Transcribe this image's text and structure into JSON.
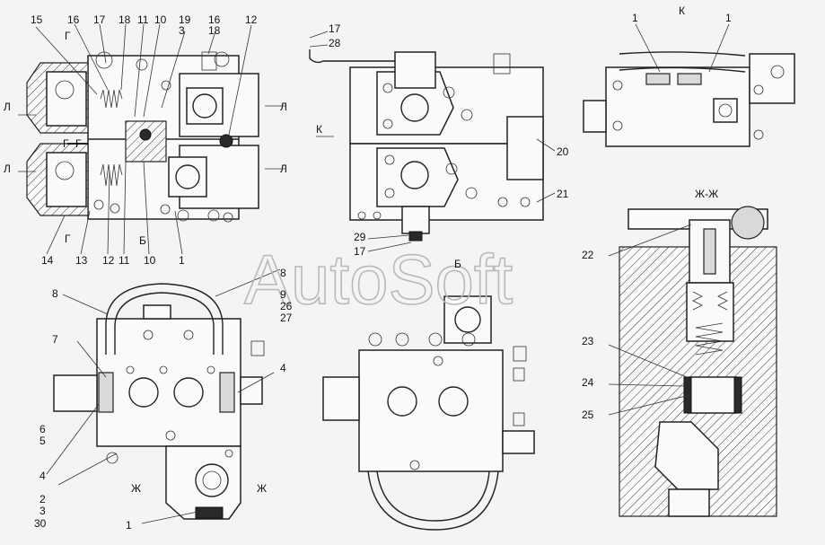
{
  "watermark": "AutoSoft",
  "views": {
    "K": "К",
    "B": "Б",
    "ZhZh": "Ж-Ж",
    "G": "Г",
    "L": "Л",
    "Zh": "Ж"
  },
  "callouts": {
    "v1_top": [
      "15",
      "16",
      "17",
      "18",
      "11",
      "10",
      "19",
      "3",
      "16",
      "18",
      "12"
    ],
    "v1_bottom": [
      "14",
      "13",
      "12",
      "11",
      "10",
      "1"
    ],
    "v2": [
      "17",
      "28",
      "20",
      "21",
      "29",
      "17"
    ],
    "v3": [
      "1",
      "1"
    ],
    "v4": [
      "8",
      "8",
      "9",
      "26",
      "27",
      "7",
      "4",
      "6",
      "5",
      "4",
      "2",
      "3",
      "30",
      "1"
    ],
    "v6": [
      "22",
      "23",
      "24",
      "25"
    ]
  }
}
